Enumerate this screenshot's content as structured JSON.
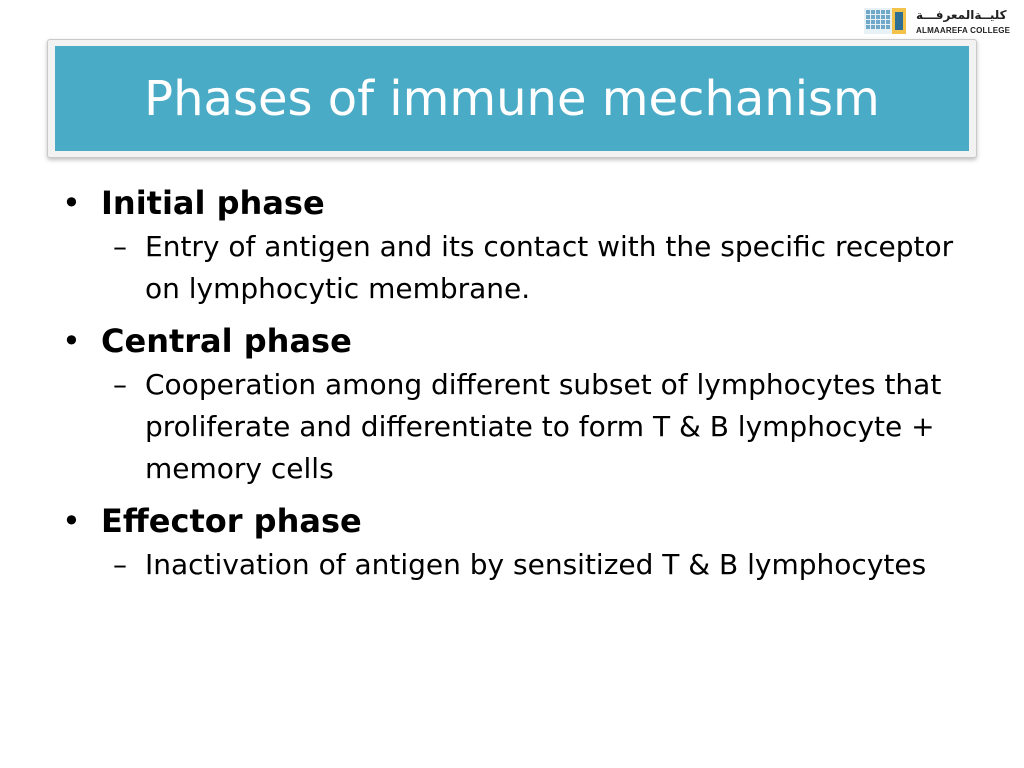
{
  "logo": {
    "arabic": "كليــةالمعرفـــة",
    "english": "ALMAAREFA COLLEGE"
  },
  "slide": {
    "title": "Phases of immune mechanism",
    "bullets": [
      {
        "heading": "Initial phase",
        "detail": "Entry of antigen and its contact with the specific receptor on lymphocytic membrane."
      },
      {
        "heading": "Central phase",
        "detail": "Cooperation among different subset of lymphocytes that proliferate and differentiate to form T & B lymphocyte + memory cells"
      },
      {
        "heading": "Effector phase",
        "detail": "Inactivation of antigen by sensitized T & B lymphocytes"
      }
    ]
  },
  "colors": {
    "title_background": "#4aabc6",
    "title_text": "#ffffff",
    "body_text": "#000000"
  },
  "icons": {
    "logo_mark": "building-grid-icon",
    "bullet": "bullet-dot",
    "sub_bullet": "en-dash"
  }
}
